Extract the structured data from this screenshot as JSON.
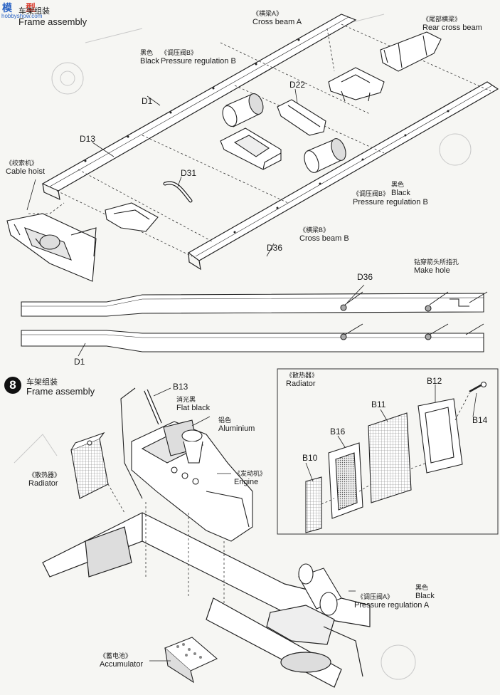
{
  "watermark": {
    "left": "模",
    "right": "型",
    "url": "hobbyshow.com"
  },
  "top_step": {
    "title_cn": "车架组装",
    "title_en": "Frame assembly"
  },
  "top_labels": {
    "cross_beam_a": {
      "cn": "《横梁A》",
      "en": "Cross beam A"
    },
    "rear_cross_beam": {
      "cn": "《尾部横梁》",
      "en": "Rear cross beam"
    },
    "black_1": {
      "cn": "黑色",
      "en": "Black"
    },
    "pressure_b_1": {
      "cn": "《调压阀B》",
      "en": "Pressure regulation B"
    },
    "cable_hoist": {
      "cn": "《绞索机》",
      "en": "Cable hoist"
    },
    "black_2": {
      "cn": "黑色",
      "en": "Black"
    },
    "pressure_b_2": {
      "cn": "《调压阀B》",
      "en": "Pressure regulation B"
    },
    "cross_beam_b": {
      "cn": "《横梁B》",
      "en": "Cross beam B"
    },
    "make_hole": {
      "cn": "钻穿箭头所指孔",
      "en": "Make hole"
    }
  },
  "top_parts": {
    "d22": "D22",
    "d1_top": "D1",
    "d13": "D13",
    "d31": "D31",
    "d36_top": "D36",
    "d36_rail": "D36",
    "d1_rail": "D1"
  },
  "step8": {
    "number": "8",
    "title_cn": "车架组装",
    "title_en": "Frame assembly"
  },
  "bottom_labels": {
    "flat_black": {
      "cn": "消光黑",
      "en": "Flat black"
    },
    "aluminium": {
      "cn": "铝色",
      "en": "Aluminium"
    },
    "radiator": {
      "cn": "《散热器》",
      "en": "Radiator"
    },
    "engine": {
      "cn": "《发动机》",
      "en": "Engine"
    },
    "black_pressure_a_color": {
      "cn": "黑色",
      "en": "Black"
    },
    "pressure_a": {
      "cn": "《调压阀A》",
      "en": "Pressure regulation A"
    },
    "accumulator": {
      "cn": "《蓄电池》",
      "en": "Accumulator"
    }
  },
  "bottom_parts": {
    "b13": "B13"
  },
  "inset": {
    "title": {
      "cn": "《散热器》",
      "en": "Radiator"
    },
    "parts": {
      "b12": "B12",
      "b11": "B11",
      "b14": "B14",
      "b16": "B16",
      "b10": "B10"
    }
  }
}
